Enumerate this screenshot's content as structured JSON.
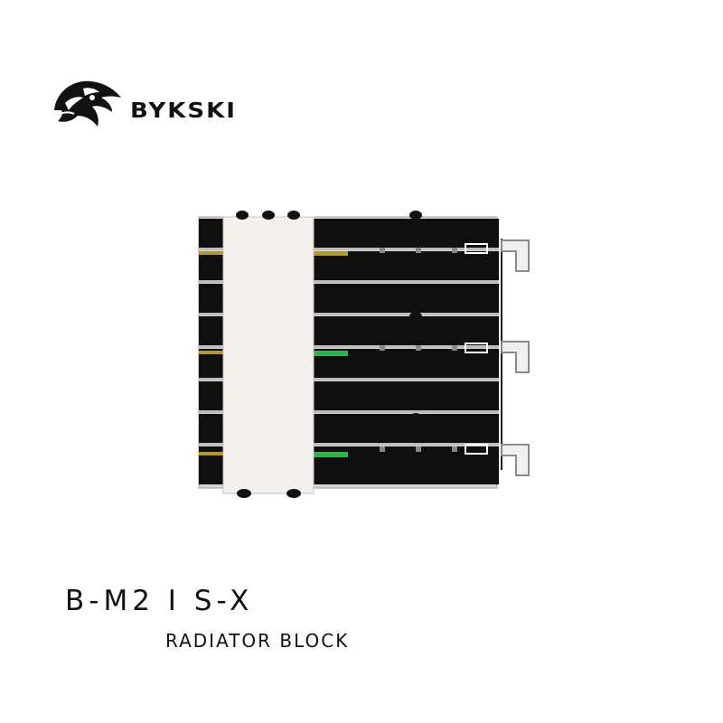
{
  "brand": {
    "name": "BYKSKI",
    "logo_icon": "dragon-head-icon"
  },
  "product": {
    "model": "B-M2 I S-X",
    "category": "RADIATOR BLOCK",
    "image_icon": "m2-radiator-block-stack"
  },
  "colors": {
    "background": "#ffffff",
    "text": "#111111",
    "black_fins": "#0f0f0f",
    "silver_plate": "#f4f1ec",
    "accent_green": "#2fb34a",
    "accent_gold": "#b3972e"
  }
}
